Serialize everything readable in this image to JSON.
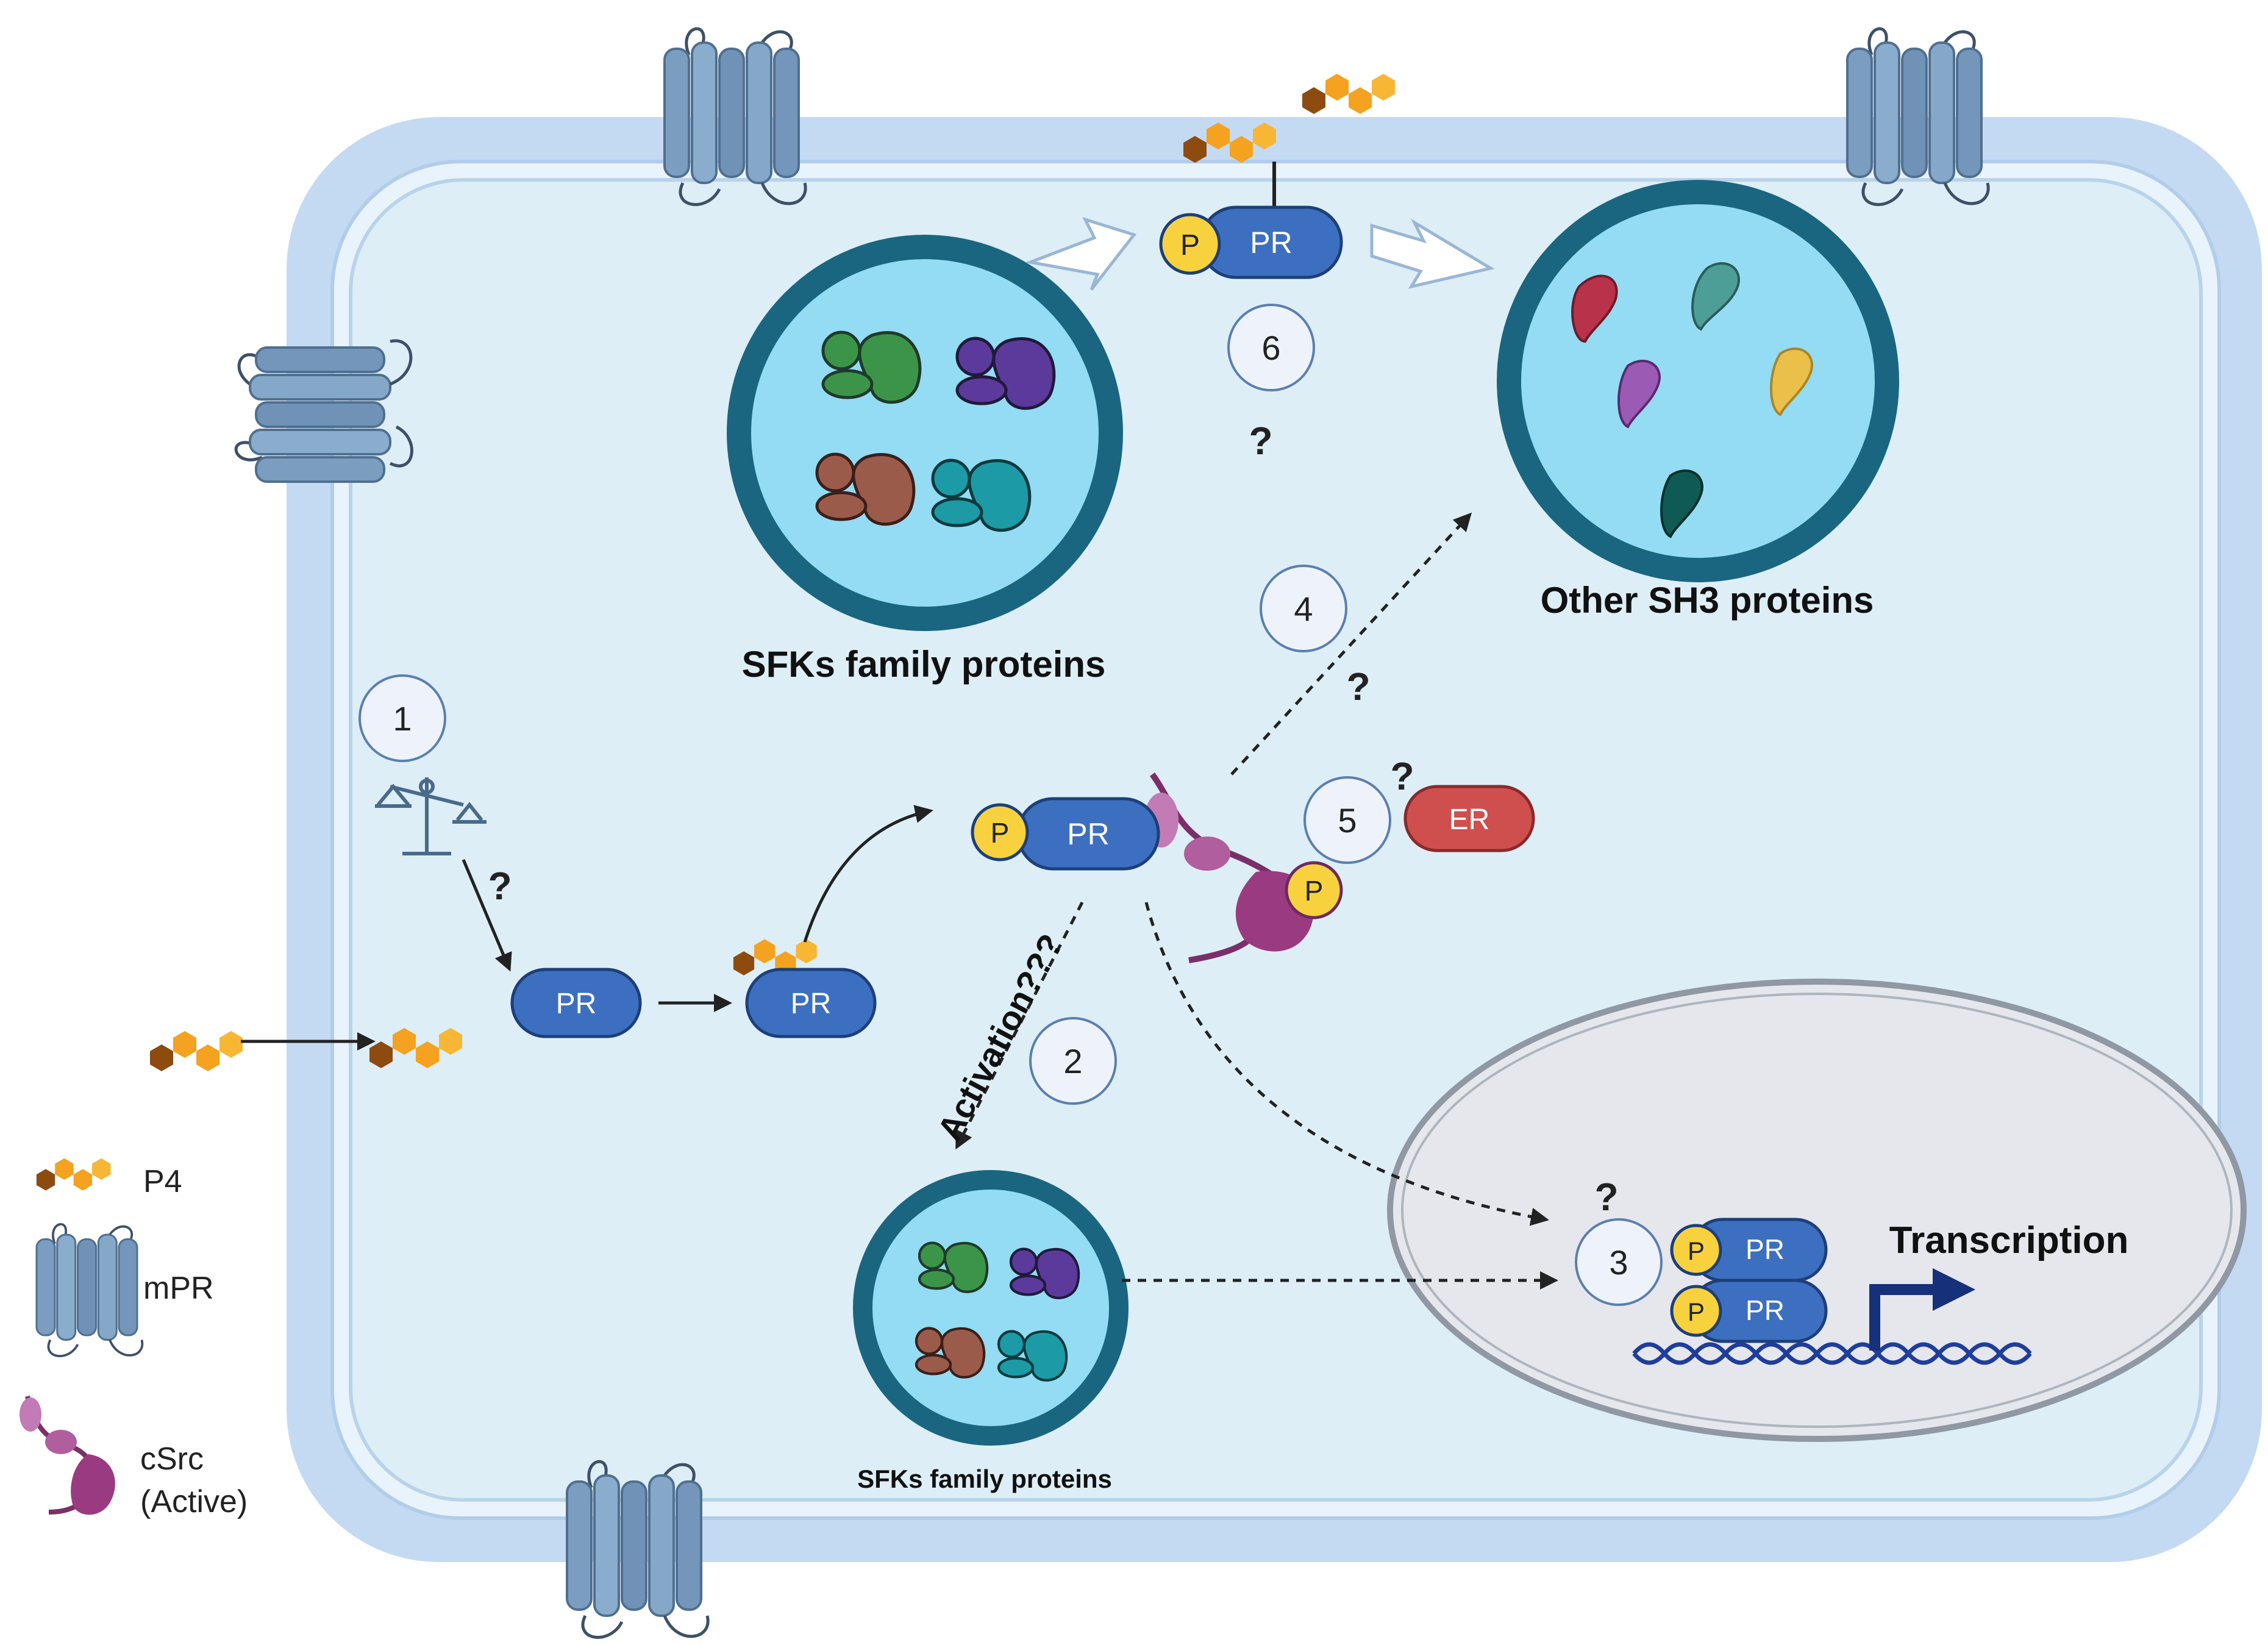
{
  "labels": {
    "pr": "PR",
    "p": "P",
    "er": "ER",
    "q": "?",
    "sfk_big": "SFKs family proteins",
    "sfk_small": "SFKs family proteins",
    "sh3": "Other SH3 proteins",
    "transcription": "Transcription",
    "activation": "Activation???"
  },
  "steps": [
    "1",
    "2",
    "3",
    "4",
    "5",
    "6"
  ],
  "legend": {
    "p4": "P4",
    "mpr": "mPR",
    "csrc_1": "cSrc",
    "csrc_2": "(Active)"
  },
  "colors": {
    "cell_outer": "#c4daf2",
    "cell_inner": "#ddeef6",
    "pr_fill": "#3c6fbf",
    "p_badge": "#f7d23e",
    "er_fill": "#cf4f4f",
    "vesicle_ring": "#1a6680",
    "vesicle_fill": "#93dcf3",
    "nucleus_fill": "#e5e7ec",
    "p4_dark": "#8e4b10",
    "p4_light": "#f4a21f",
    "mpr_fill": "#7b9dc0",
    "csrc_fill": "#9a3b82",
    "dna": "#1f3d9b"
  }
}
